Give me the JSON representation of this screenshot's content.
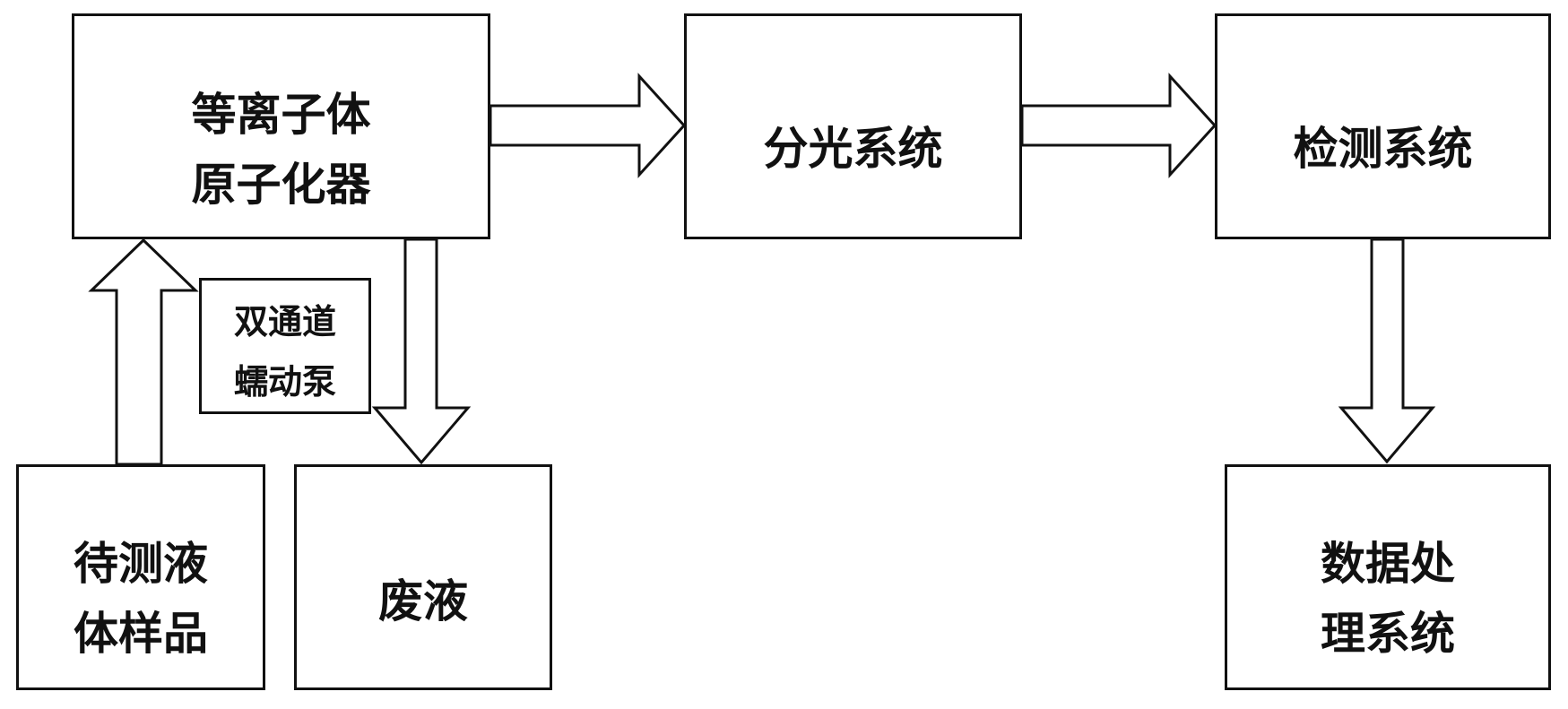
{
  "nodes": {
    "atomizer": {
      "line1": "等离子体",
      "line2": "原子化器"
    },
    "spectro": {
      "label": "分光系统"
    },
    "detector": {
      "label": "检测系统"
    },
    "sample": {
      "line1": "待测液",
      "line2": "体样品"
    },
    "waste": {
      "label": "废液"
    },
    "pump": {
      "line1": "双通道",
      "line2": "蠕动泵"
    },
    "dataproc": {
      "line1": "数据处",
      "line2": "理系统"
    }
  },
  "edges": [
    {
      "from": "sample",
      "to": "atomizer"
    },
    {
      "from": "atomizer",
      "to": "waste"
    },
    {
      "from": "atomizer",
      "to": "spectro"
    },
    {
      "from": "spectro",
      "to": "detector"
    },
    {
      "from": "detector",
      "to": "dataproc"
    }
  ]
}
